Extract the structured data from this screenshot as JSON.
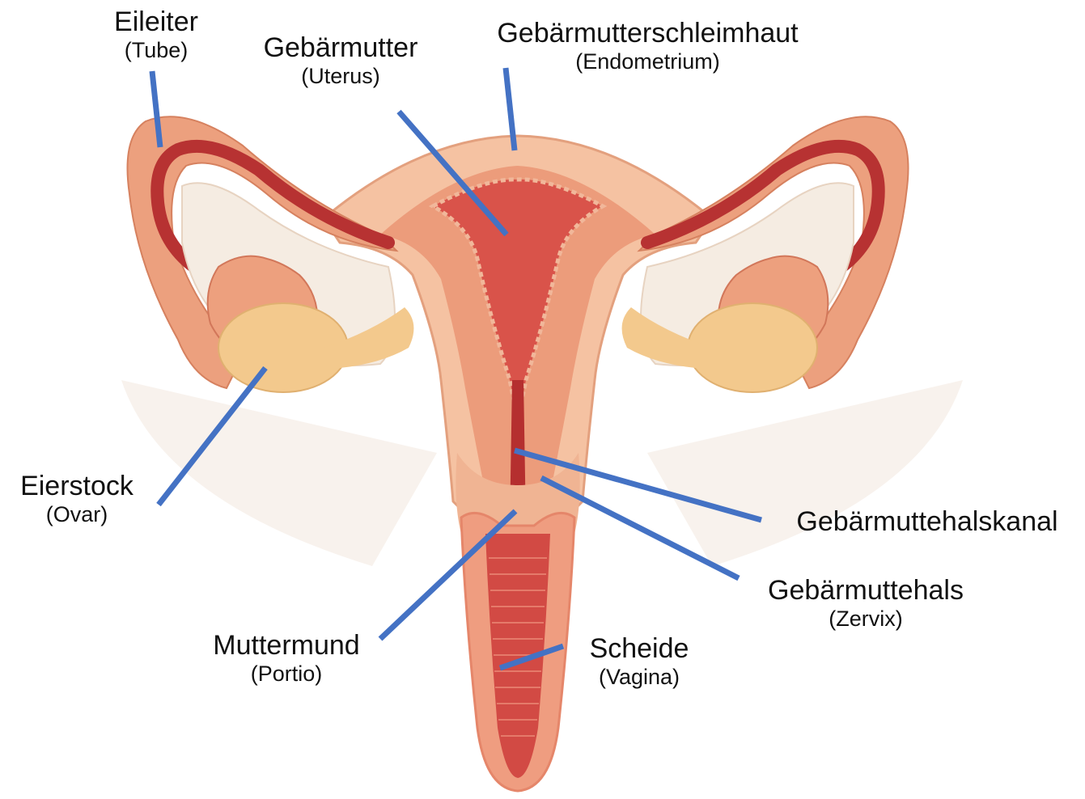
{
  "colors": {
    "leader": "#4472c4",
    "skin_light": "#f7c9a8",
    "skin_mid": "#eda07e",
    "muscle": "#e07a5f",
    "tissue_red": "#c83b3b",
    "tissue_dark": "#a42828",
    "ovary": "#f3c98d",
    "membrane": "#f5ece2"
  },
  "labels": {
    "eileiter": {
      "main": "Eileiter",
      "sub": "(Tube)"
    },
    "gebaermutter": {
      "main": "Gebärmutter",
      "sub": "(Uterus)"
    },
    "endometrium": {
      "main": "Gebärmutterschleimhaut",
      "sub": "(Endometrium)"
    },
    "eierstock": {
      "main": "Eierstock",
      "sub": "(Ovar)"
    },
    "halskanal": {
      "main": "Gebärmuttehalskanal",
      "sub": ""
    },
    "zervix": {
      "main": "Gebärmuttehals",
      "sub": "(Zervix)"
    },
    "muttermund": {
      "main": "Muttermund",
      "sub": "(Portio)"
    },
    "scheide": {
      "main": "Scheide",
      "sub": "(Vagina)"
    }
  }
}
